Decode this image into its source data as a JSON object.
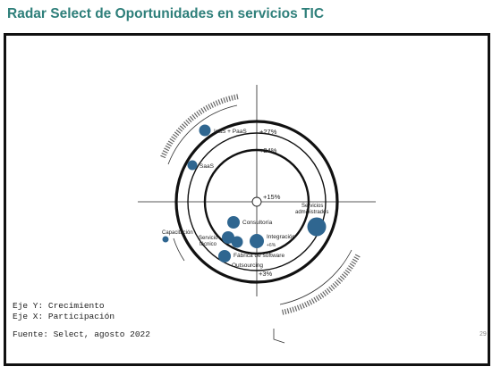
{
  "title": "Radar Select de Oportunidades en servicios TIC",
  "axes": {
    "y_label": "Eje Y: Crecimiento",
    "x_label": "Eje X: Participación"
  },
  "source": "Fuente: Select, agosto 2022",
  "page_number": "29",
  "ring_labels": [
    "+27%",
    "+24%",
    "+15%",
    "+3%"
  ],
  "items": [
    {
      "label": "IaaS + PaaS",
      "size": "medium"
    },
    {
      "label": "SaaS",
      "size": "small"
    },
    {
      "label": "Consultoría",
      "size": "medium"
    },
    {
      "label": "Servicios administrados",
      "size": "large"
    },
    {
      "label": "Capacitación",
      "size": "tiny"
    },
    {
      "label": "Servicio técnico",
      "size": "medium"
    },
    {
      "label": "Integración",
      "size": "medium",
      "sublabel": "+6%"
    },
    {
      "label": "Fábrica de software",
      "size": "medium"
    },
    {
      "label": "Outsourcing",
      "size": "medium"
    }
  ],
  "colors": {
    "title": "#2e7f7a",
    "bubble": "#2f6690",
    "rings": "#111111"
  }
}
